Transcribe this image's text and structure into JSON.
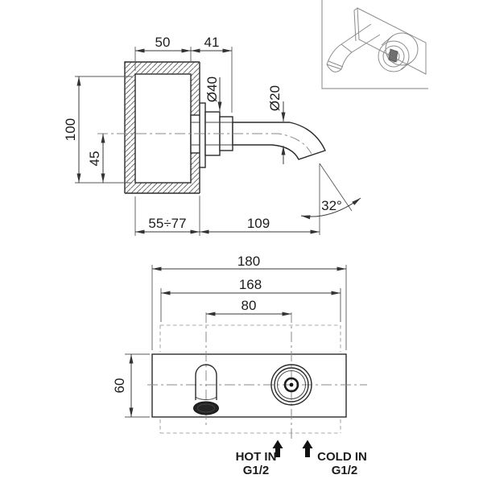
{
  "drawing": {
    "side_view": {
      "box_width": "50",
      "spout_base_length": "41",
      "flange_diameter": "Ø40",
      "spout_diameter": "Ø20",
      "box_height": "100",
      "spout_center_height": "45",
      "wall_depth_range": "55÷77",
      "spout_reach": "109",
      "outlet_angle": "32°"
    },
    "bottom_view": {
      "plate_width": "180",
      "body_width": "168",
      "centers_distance": "80",
      "plate_height": "60"
    },
    "inlets": {
      "hot_label": "HOT IN",
      "hot_thread": "G1/2",
      "cold_label": "COLD IN",
      "cold_thread": "G1/2"
    },
    "colors": {
      "line": "#2b2b2b",
      "dimension": "#3a3a3a",
      "centerline": "#8a8a8a",
      "hidden_line": "#a8a8a8",
      "iso_line": "#8c8c8c",
      "background": "#ffffff"
    }
  }
}
